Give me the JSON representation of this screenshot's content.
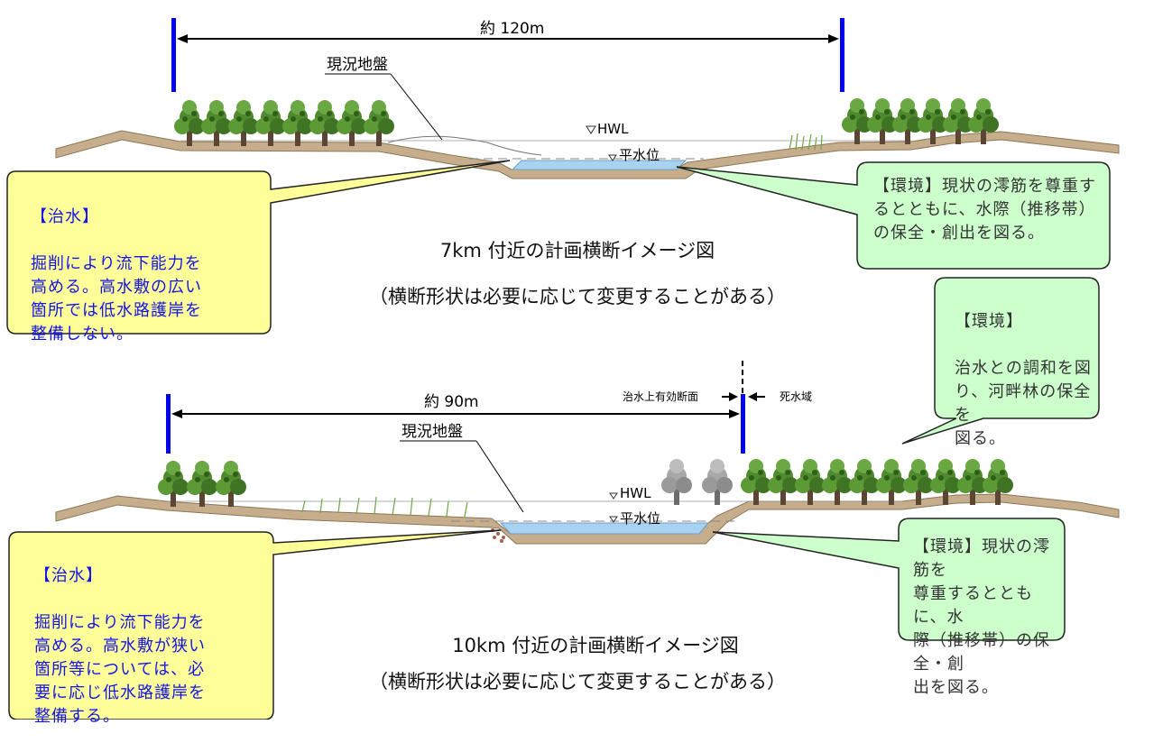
{
  "section_7km": {
    "width_label": "約 120m",
    "ground_label": "現況地盤",
    "hwl_label": "HWL",
    "normal_water_label": "平水位",
    "caption_title": "7km 付近の計画横断イメージ図",
    "caption_note": "（横断形状は必要に応じて変更することがある）",
    "callout_flood_title": "【治水】",
    "callout_flood_body": "掘削により流下能力を\n高める。高水敷の広い\n箇所では低水路護岸を\n整備しない。",
    "callout_env": "【環境】現状の澪筋を尊重す\nるとともに、水際（推移帯）\nの保全・創出を図る。"
  },
  "section_10km": {
    "width_label": "約 90m",
    "ground_label": "現況地盤",
    "hwl_label": "HWL",
    "normal_water_label": "平水位",
    "effective_section_label": "治水上有効断面",
    "dead_zone_label": "死水域",
    "caption_title": "10km 付近の計画横断イメージ図",
    "caption_note": "（横断形状は必要に応じて変更することがある）",
    "callout_flood_title": "【治水】",
    "callout_flood_body": "掘削により流下能力を\n高める。高水敷が狭い\n箇所等については、必\n要に応じ低水路護岸を\n整備する。",
    "callout_env_forest_title": "【環境】",
    "callout_env_forest_body": "治水との調和を図\nり、河畔林の保全を\n図る。",
    "callout_env": "【環境】現状の澪筋を\n尊重するとともに、水\n際（推移帯）の保全・創\n出を図る。"
  },
  "colors": {
    "flood_callout_fill": "#ffff99",
    "env_callout_fill": "#ccffcc",
    "callout_text_blue": "#1414e6",
    "width_marker_blue": "#0000ee",
    "earth": "#c6ad8c",
    "water": "#a8d3f0",
    "tree_green": "#4f8a2e",
    "dead_tree_gray": "#9a9a9a"
  }
}
